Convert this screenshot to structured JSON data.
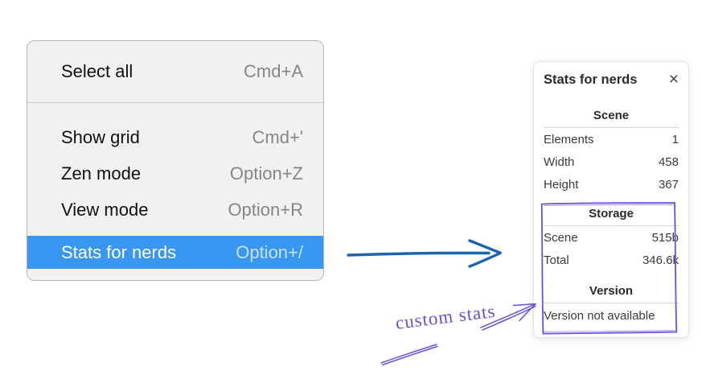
{
  "menu": {
    "items": [
      {
        "label": "Select all",
        "shortcut": "Cmd+A",
        "selected": false
      },
      {
        "label": "Show grid",
        "shortcut": "Cmd+'",
        "selected": false
      },
      {
        "label": "Zen mode",
        "shortcut": "Option+Z",
        "selected": false
      },
      {
        "label": "View mode",
        "shortcut": "Option+R",
        "selected": false
      },
      {
        "label": "Stats for nerds",
        "shortcut": "Option+/",
        "selected": true
      }
    ]
  },
  "stats_panel": {
    "title": "Stats for nerds",
    "close_icon": "×",
    "sections": [
      {
        "header": "Scene",
        "rows": [
          {
            "label": "Elements",
            "value": "1"
          },
          {
            "label": "Width",
            "value": "458"
          },
          {
            "label": "Height",
            "value": "367"
          }
        ]
      },
      {
        "header": "Storage",
        "rows": [
          {
            "label": "Scene",
            "value": "515b"
          },
          {
            "label": "Total",
            "value": "346.6k"
          }
        ]
      },
      {
        "header": "Version",
        "note": "Version not available"
      }
    ]
  },
  "annotation": {
    "label": "custom stats"
  },
  "colors": {
    "menu_highlight": "#3898f1",
    "pointer_arrow_blue": "#1b63ad",
    "annotation_purple": "#6b4fd8"
  }
}
